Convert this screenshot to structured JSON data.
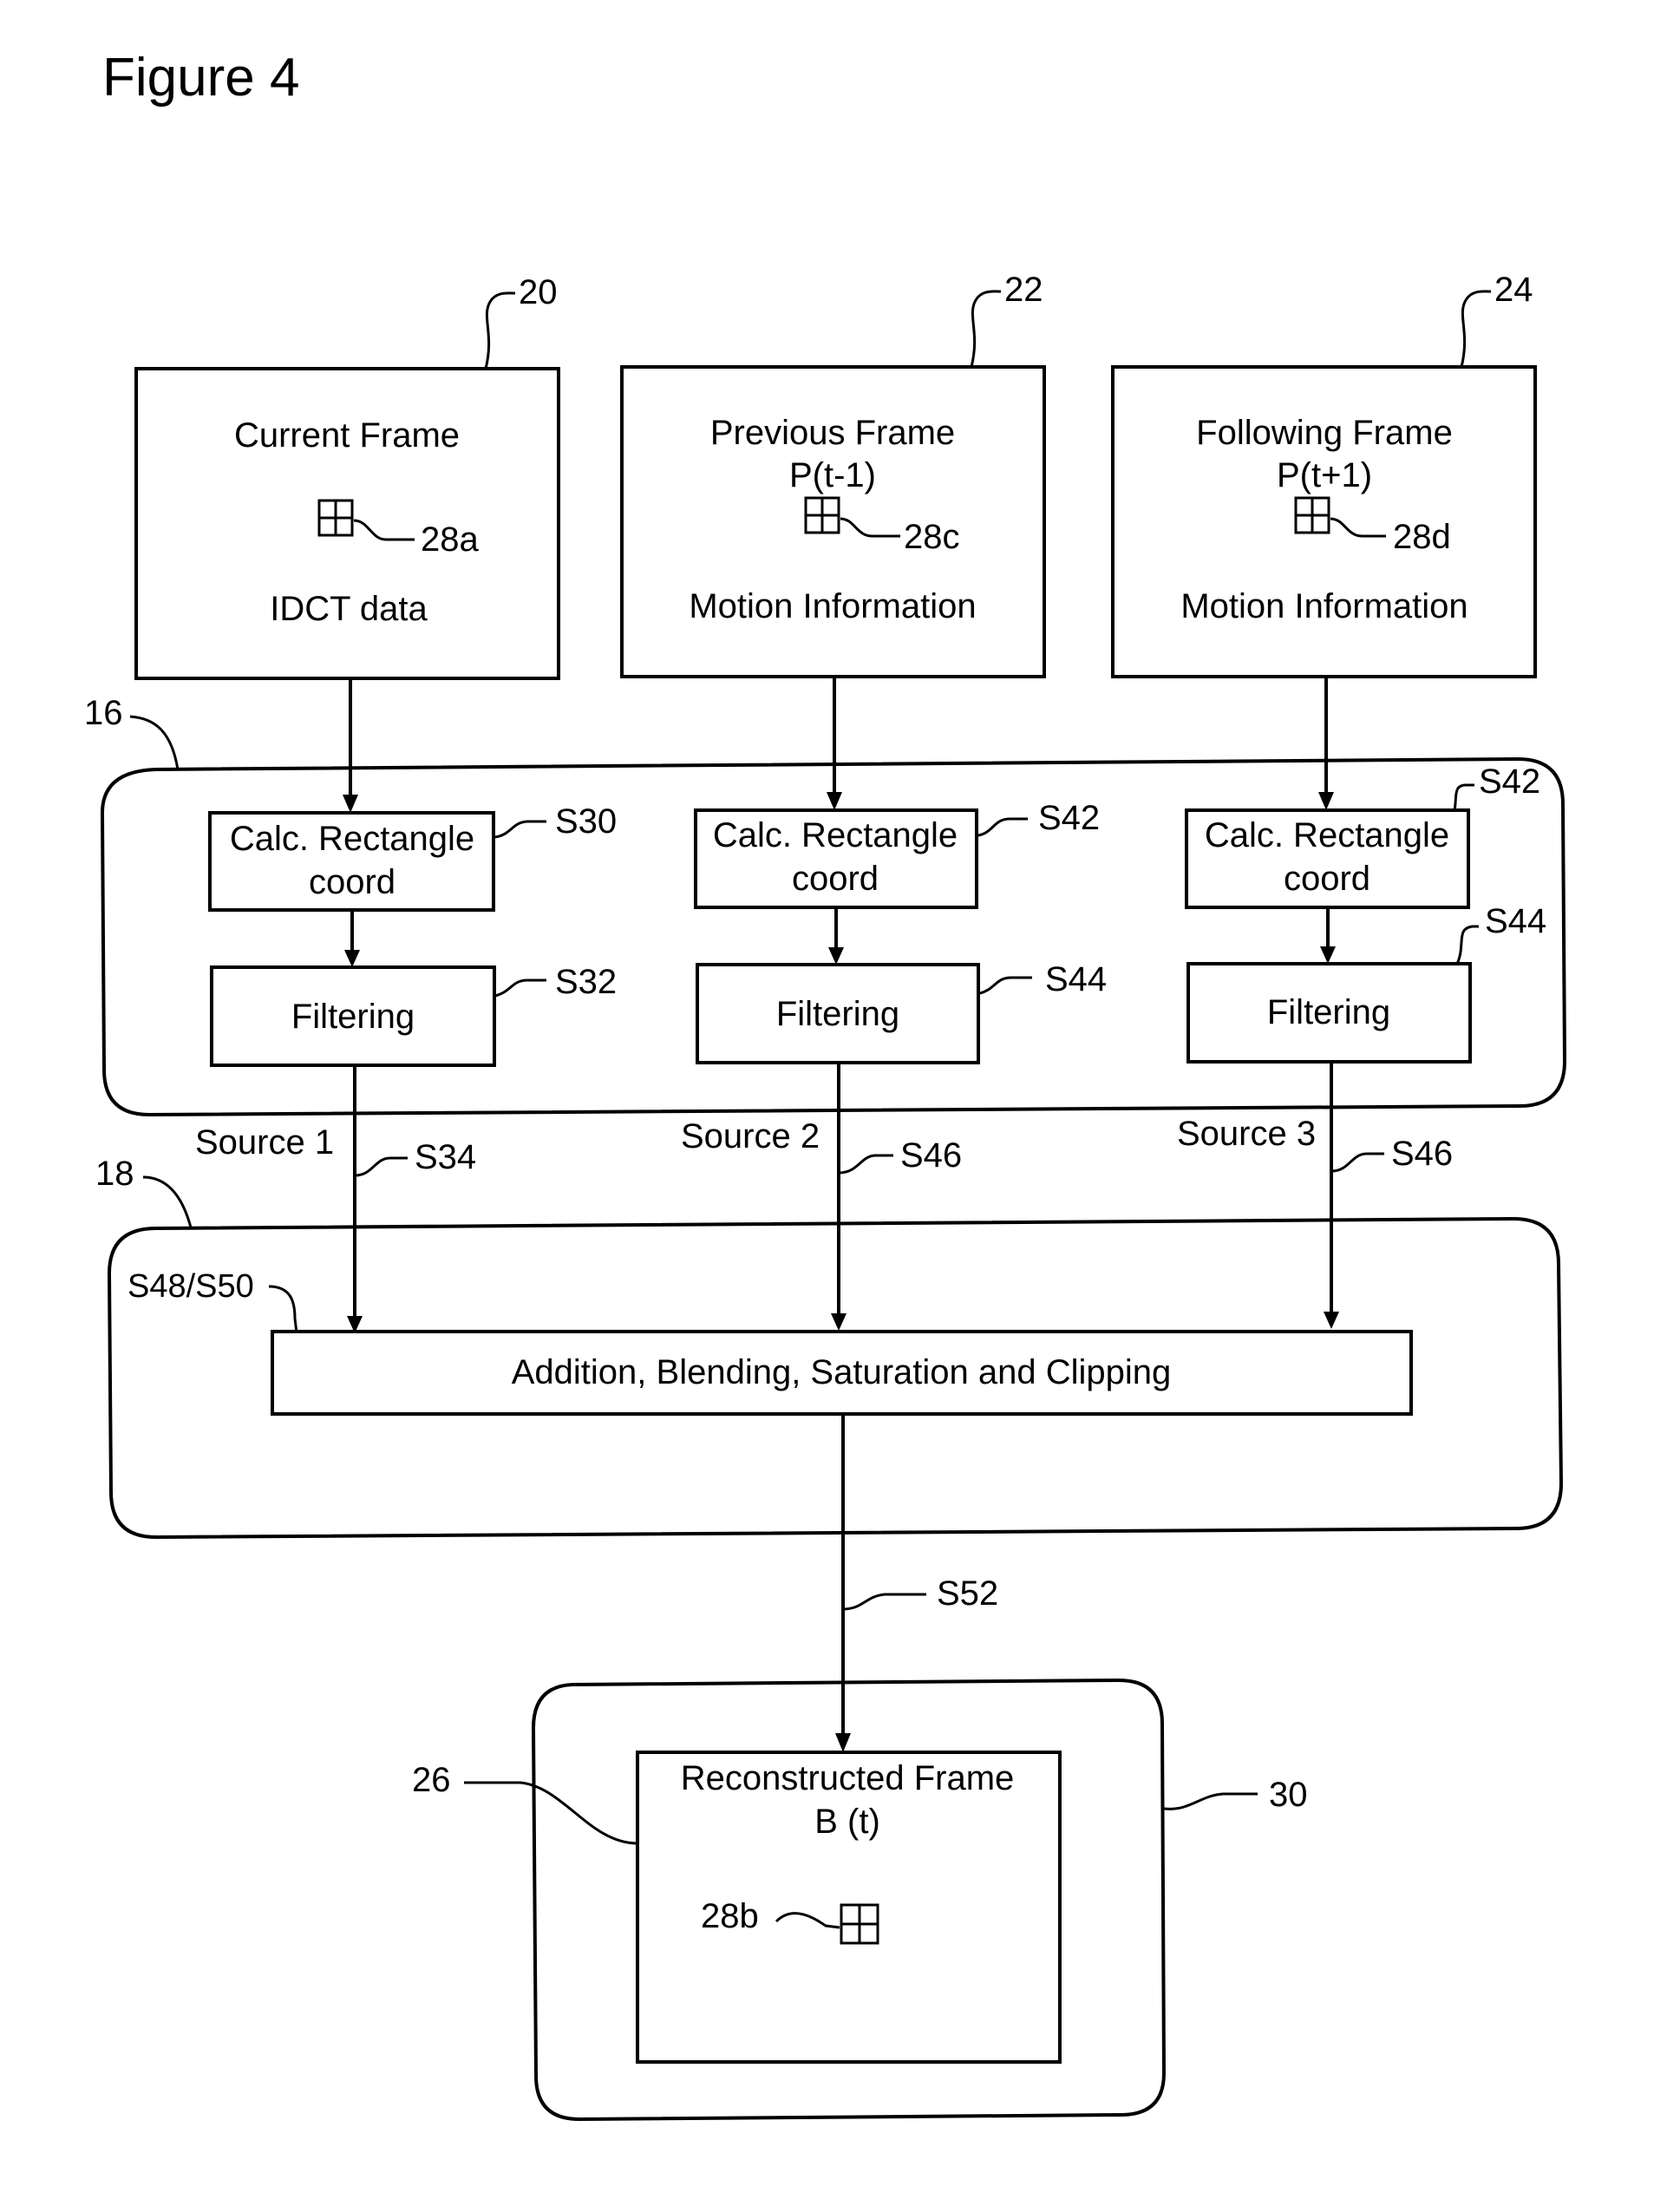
{
  "figure": {
    "title": "Figure 4"
  },
  "frames": {
    "current": {
      "ref": "20",
      "title": "Current Frame",
      "block_ref": "28a",
      "caption": "IDCT data"
    },
    "previous": {
      "ref": "22",
      "title": "Previous Frame",
      "subtitle": "P(t-1)",
      "block_ref": "28c",
      "caption": "Motion Information"
    },
    "following": {
      "ref": "24",
      "title": "Following Frame",
      "subtitle": "P(t+1)",
      "block_ref": "28d",
      "caption": "Motion Information"
    }
  },
  "group_16": {
    "ref": "16",
    "columns": [
      {
        "calc_line1": "Calc. Rectangle",
        "calc_line2": "coord",
        "calc_step": "S30",
        "filter_label": "Filtering",
        "filter_step": "S32",
        "source_label": "Source 1",
        "source_step": "S34"
      },
      {
        "calc_line1": "Calc. Rectangle",
        "calc_line2": "coord",
        "calc_step": "S42",
        "filter_label": "Filtering",
        "filter_step": "S44",
        "source_label": "Source 2",
        "source_step": "S46"
      },
      {
        "calc_line1": "Calc. Rectangle",
        "calc_line2": "coord",
        "calc_step": "S42",
        "filter_label": "Filtering",
        "filter_step": "S44",
        "source_label": "Source 3",
        "source_step": "S46"
      }
    ]
  },
  "group_18": {
    "ref": "18",
    "step": "S48/S50",
    "label": "Addition, Blending, Saturation and Clipping"
  },
  "output": {
    "step": "S52",
    "container_ref": "30",
    "frame_ref": "26",
    "title": "Reconstructed Frame",
    "subtitle": "B (t)",
    "block_ref": "28b"
  }
}
